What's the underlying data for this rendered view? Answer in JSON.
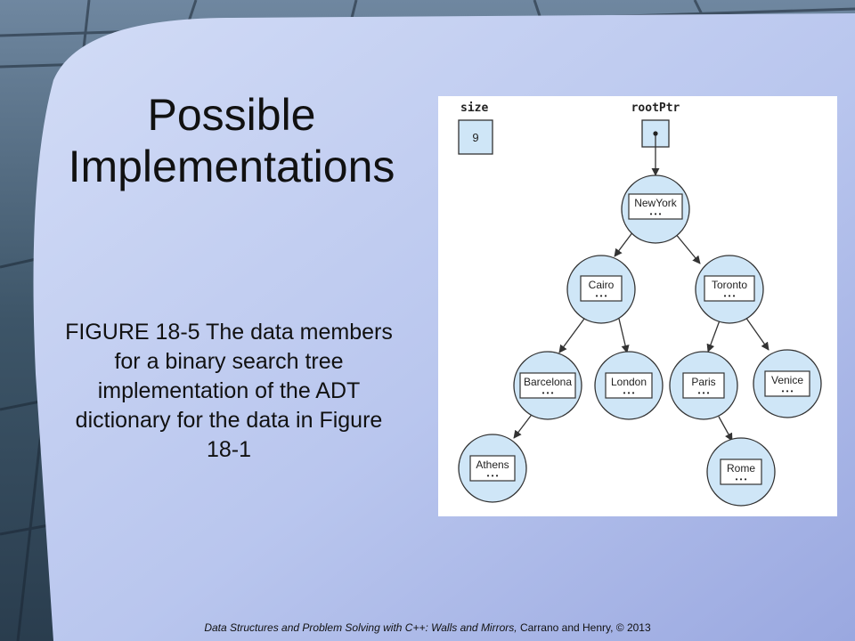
{
  "slide": {
    "title": "Possible Implementations",
    "caption": "FIGURE 18-5 The data members for a binary search tree implementation of the ADT dictionary for the data in Figure 18-1",
    "footer": {
      "italic_part": "Data Structures and Problem Solving with C++: Walls and Mirrors,",
      "plain_part": "Carrano and Henry, © 2013"
    }
  },
  "figure": {
    "size_label": "size",
    "size_value": "9",
    "root_label": "rootPtr",
    "ellipsis": "• • •",
    "nodes": {
      "newyork": "NewYork",
      "cairo": "Cairo",
      "toronto": "Toronto",
      "barcelona": "Barcelona",
      "london": "London",
      "paris": "Paris",
      "venice": "Venice",
      "athens": "Athens",
      "rome": "Rome"
    }
  },
  "colors": {
    "slide_background": "#b8c8ec",
    "node_fill": "#cfe6f7",
    "node_stroke": "#333333",
    "figure_background": "#ffffff"
  }
}
